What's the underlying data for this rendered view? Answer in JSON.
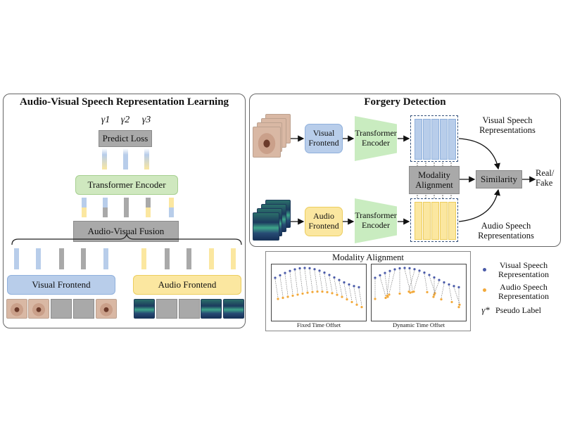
{
  "left": {
    "title": "Audio-Visual Speech Representation Learning",
    "gammas": [
      "γ1",
      "γ2",
      "γ3"
    ],
    "predict_loss": "Predict Loss",
    "transformer_encoder": "Transformer Encoder",
    "fusion": "Audio-Visual Fusion",
    "visual_frontend": "Visual Frontend",
    "audio_frontend": "Audio Frontend"
  },
  "right": {
    "title": "Forgery Detection",
    "visual_frontend": "Visual Frontend",
    "audio_frontend": "Audio Frontend",
    "transformer_encoder_top": "Transformer Encoder",
    "transformer_encoder_bottom": "Transformer Encoder",
    "modality_alignment": "Modality Alignment",
    "similarity": "Similarity",
    "output": "Real/ Fake",
    "visual_reps": "Visual Speech Representations",
    "audio_reps": "Audio Speech Representations"
  },
  "alignment": {
    "title": "Modality Alignment",
    "plot1_caption": "Fixed Time Offset",
    "plot2_caption": "Dynamic Time Offset",
    "legend": [
      {
        "label": "Visual Speech Representation",
        "color": "#4a5aa8"
      },
      {
        "label": "Audio Speech Representation",
        "color": "#f2a93b"
      },
      {
        "label": "Pseudo Label",
        "symbol": "γ*"
      }
    ]
  },
  "colors": {
    "blue": "#b8cdea",
    "yellow": "#fbe7a0",
    "green": "#cfe8bf",
    "gray": "#a9a9a9"
  }
}
